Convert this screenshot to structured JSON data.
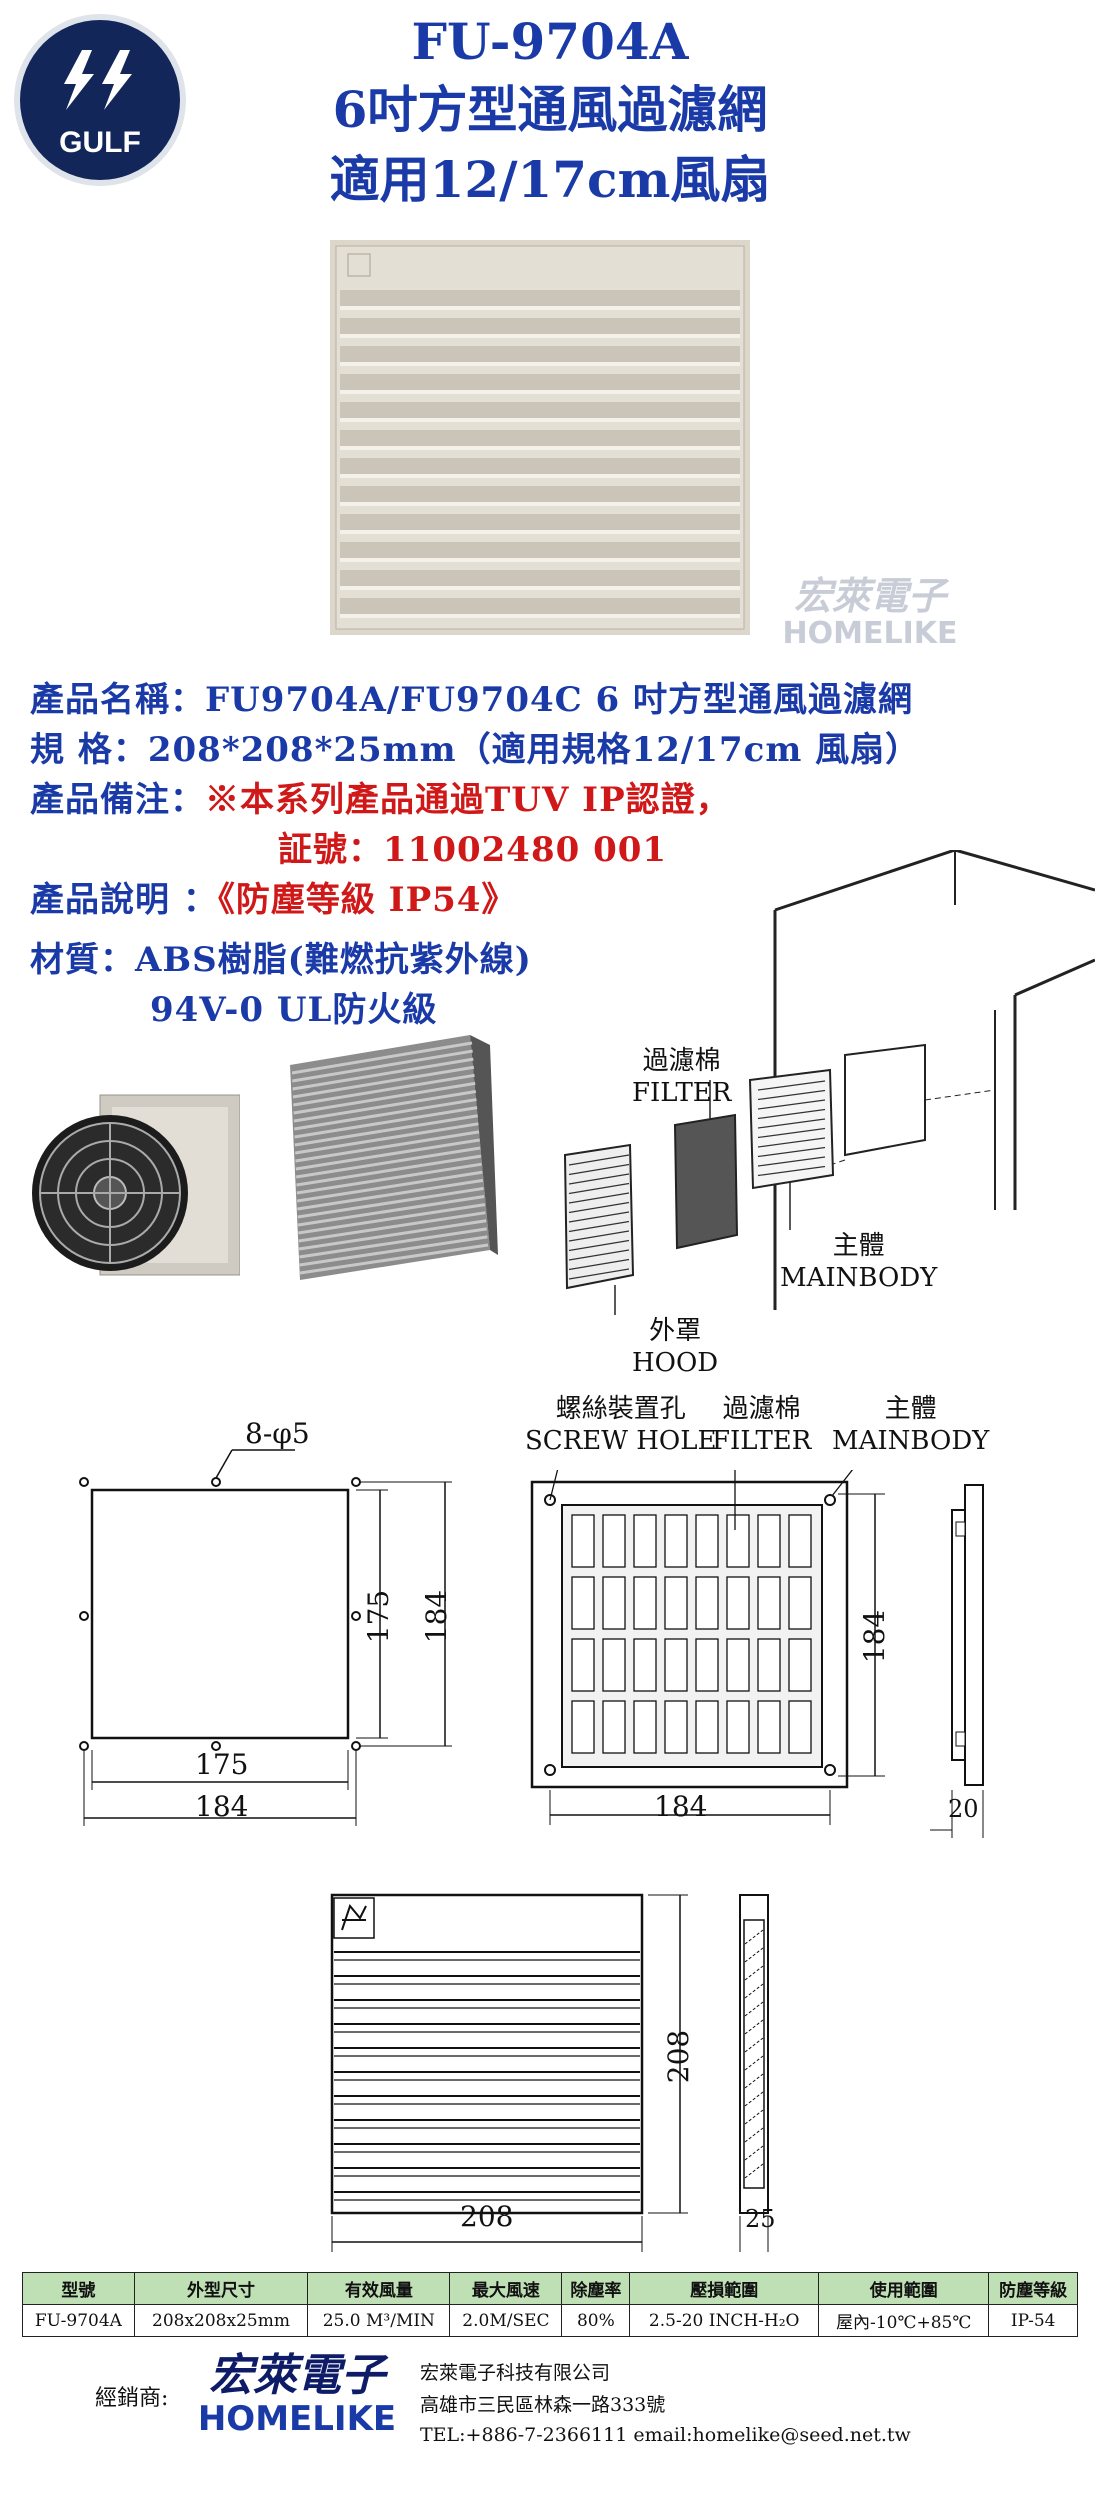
{
  "header": {
    "model": "FU-9704A",
    "name": "6吋方型通風過濾網",
    "fit": "適用12/17cm風扇"
  },
  "logo": {
    "text": "GULF"
  },
  "watermark": {
    "cn": "宏萊電子",
    "en": "HOMELIKE"
  },
  "info": {
    "name_label": "產品名稱：",
    "name_value": "FU9704A/FU9704C 6 吋方型通風過濾網",
    "spec_label": "規 格：",
    "spec_value": "208*208*25mm（適用規格12/17cm 風扇）",
    "remark_label": "產品備注：",
    "remark_value": "※本系列產品通過TUV IP認證，",
    "cert_value": "証號：11002480 001",
    "desc_label": "產品說明 ：",
    "desc_value": "《防塵等級 IP54》",
    "material_label": "材質：",
    "material_value": "ABS樹脂(難燃抗紫外線)",
    "material_value2": "94V-0 UL防火級"
  },
  "exploded": {
    "filter_cn": "過濾棉",
    "filter_en": "FILTER",
    "main_cn": "主體",
    "main_en": "MAINBODY",
    "hood_cn": "外罩",
    "hood_en": "HOOD"
  },
  "drawing1": {
    "holes": "8-φ5",
    "w_inner": "175",
    "w_outer": "184",
    "h_inner": "175",
    "h_outer": "184"
  },
  "drawing2": {
    "screw_cn": "螺絲裝置孔",
    "screw_en": "SCREW HOLE",
    "filter_cn": "過濾棉",
    "filter_en": "FILTER",
    "main_cn": "主體",
    "main_en": "MAINBODY",
    "width": "184",
    "height": "184",
    "depth": "20"
  },
  "drawing3": {
    "width": "208",
    "height": "208",
    "depth": "25"
  },
  "table": {
    "headers": [
      "型號",
      "外型尺寸",
      "有效風量",
      "最大風速",
      "除塵率",
      "壓損範圍",
      "使用範圍",
      "防塵等級"
    ],
    "rows": [
      [
        "FU-9704A",
        "208x208x25mm",
        "25.0 M³/MIN",
        "2.0M/SEC",
        "80%",
        "2.5-20 INCH-H₂O",
        "屋內-10℃+85℃",
        "IP-54"
      ]
    ]
  },
  "footer": {
    "dealer_label": "經銷商:",
    "brand_cn": "宏萊電子",
    "brand_en": "HOMELIKE",
    "company": "宏萊電子科技有限公司",
    "address": "高雄市三民區林森一路333號",
    "contact": "TEL:+886-7-2366111   email:homelike@seed.net.tw"
  },
  "colors": {
    "title": "#1a3aa8",
    "remark": "#d01818",
    "table_header": "#bfe0b4",
    "logo": "#13265a"
  }
}
